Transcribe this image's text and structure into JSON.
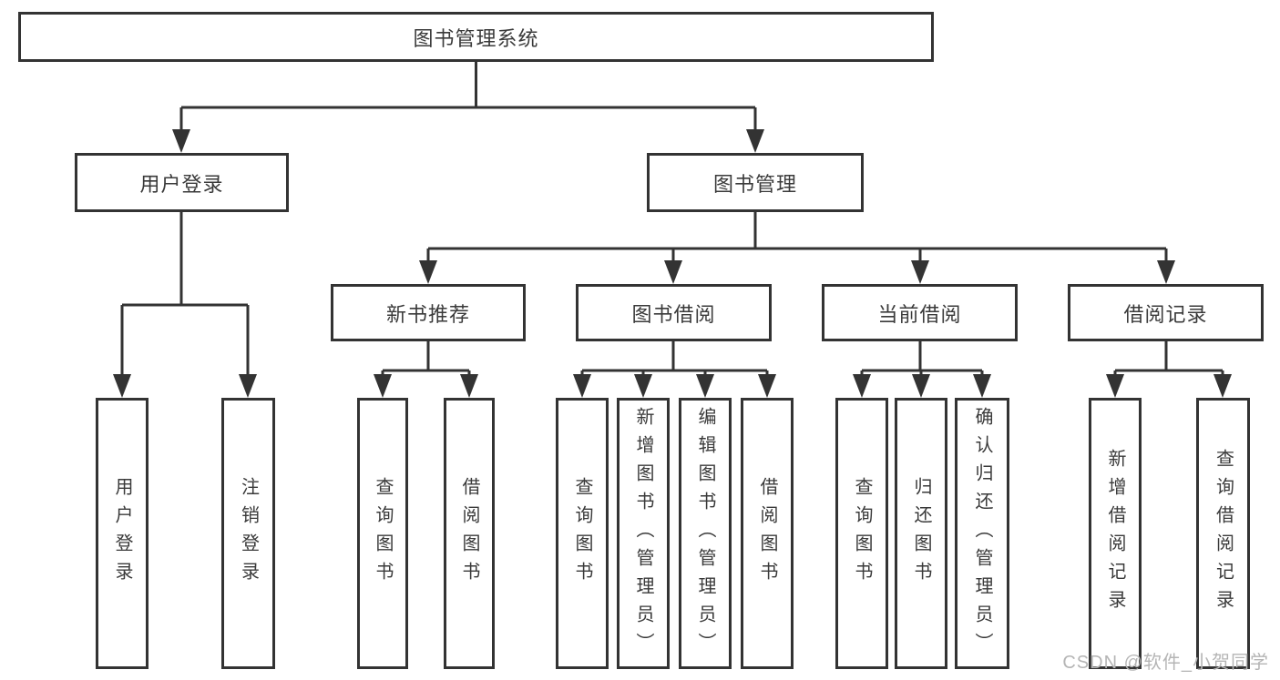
{
  "tree": {
    "root": "图书管理系统",
    "children": [
      {
        "label": "用户登录",
        "children": [
          {
            "label": "用户登录"
          },
          {
            "label": "注销登录"
          }
        ]
      },
      {
        "label": "图书管理",
        "children": [
          {
            "label": "新书推荐",
            "children": [
              {
                "label": "查询图书"
              },
              {
                "label": "借阅图书"
              }
            ]
          },
          {
            "label": "图书借阅",
            "children": [
              {
                "label": "查询图书"
              },
              {
                "label": "新增图书（管理员）"
              },
              {
                "label": "编辑图书（管理员）"
              },
              {
                "label": "借阅图书"
              }
            ]
          },
          {
            "label": "当前借阅",
            "children": [
              {
                "label": "查询图书"
              },
              {
                "label": "归还图书"
              },
              {
                "label": "确认归还（管理员）"
              }
            ]
          },
          {
            "label": "借阅记录",
            "children": [
              {
                "label": "新增借阅记录"
              },
              {
                "label": "查询借阅记录"
              }
            ]
          }
        ]
      }
    ]
  },
  "watermark": {
    "text": "CSDN @软件_小贺同学"
  },
  "colors": {
    "line": "#333333",
    "box_border": "#333333",
    "text": "#3a3a3a",
    "watermark": "#b5b5b5",
    "background": "#ffffff"
  }
}
